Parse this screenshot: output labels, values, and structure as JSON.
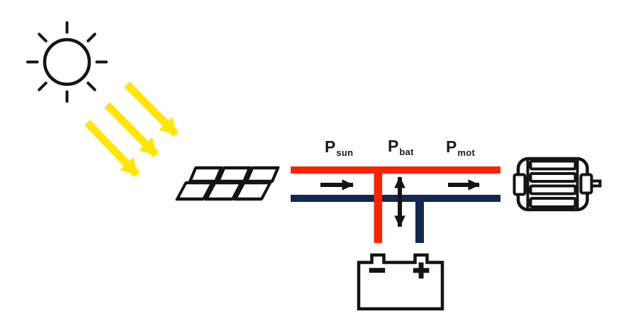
{
  "diagram": {
    "description": "solar-powered vehicle energy flow diagram",
    "labels": {
      "p_sun": {
        "main": "P",
        "sub": "sun"
      },
      "p_bat": {
        "main": "P",
        "sub": "bat"
      },
      "p_mot": {
        "main": "P",
        "sub": "mot"
      }
    },
    "battery": {
      "negative_symbol": "−",
      "positive_symbol": "+"
    },
    "icons": {
      "sun": "sun-icon",
      "sunlight": "sunlight-arrows",
      "solar_panel": "solar-panel-icon",
      "motor": "motor-icon",
      "battery": "battery-icon"
    },
    "colors": {
      "rail_red": "#ff2200",
      "rail_navy": "#132750",
      "sun_yellow": "#ffe600",
      "stroke_black": "#141414"
    }
  }
}
